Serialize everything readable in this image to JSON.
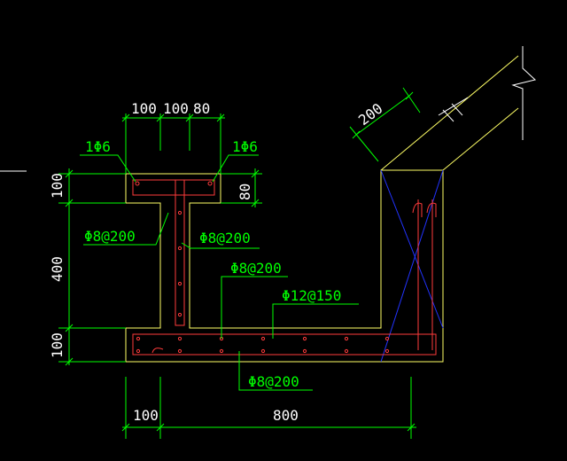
{
  "colors": {
    "background": "#000000",
    "outline": "#ffff66",
    "rebar": "#ff3b3b",
    "dimension": "#00ff00",
    "annotation": "#00ff00",
    "dim_text": "#ffffff",
    "diagonal": "#2233ff",
    "misc": "#ffffff"
  },
  "dimensions": {
    "top_1": "100",
    "top_2": "100",
    "top_3": "80",
    "left_1": "100",
    "left_2": "400",
    "left_3": "100",
    "right_flange": "80",
    "bottom_1": "100",
    "bottom_2": "800",
    "slope": "200"
  },
  "labels": {
    "flange_bar_left": "1Φ6",
    "flange_bar_right": "1Φ6",
    "stirrup_web_left": "Φ8@200",
    "stirrup_web_right": "Φ8@200",
    "stirrup_slab_top": "Φ8@200",
    "main_bar": "Φ12@150",
    "stirrup_slab_bottom": "Φ8@200"
  }
}
